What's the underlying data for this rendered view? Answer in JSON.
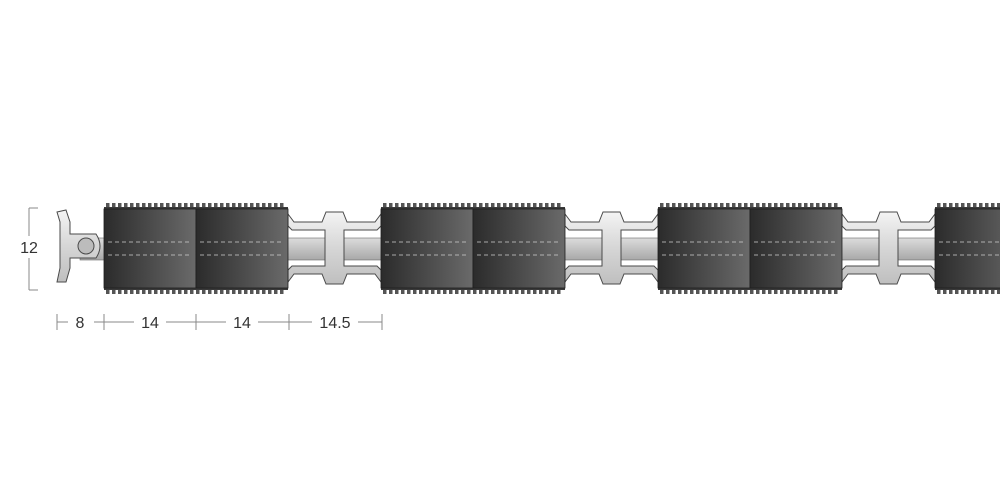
{
  "dimensions": {
    "height_label": "12",
    "width_labels": [
      "8",
      "14",
      "14",
      "14.5"
    ]
  },
  "colors": {
    "pad_dark": "#2b2b2b",
    "pad_light": "#6a6a6a",
    "metal_light": "#f2f2f2",
    "metal_mid": "#c8c8c8",
    "outline": "#4a4a4a",
    "dimension_line": "#888888"
  },
  "profile": {
    "pad_blocks": 4,
    "pads_per_block": 2,
    "connectors": 3,
    "end_cap": true
  }
}
